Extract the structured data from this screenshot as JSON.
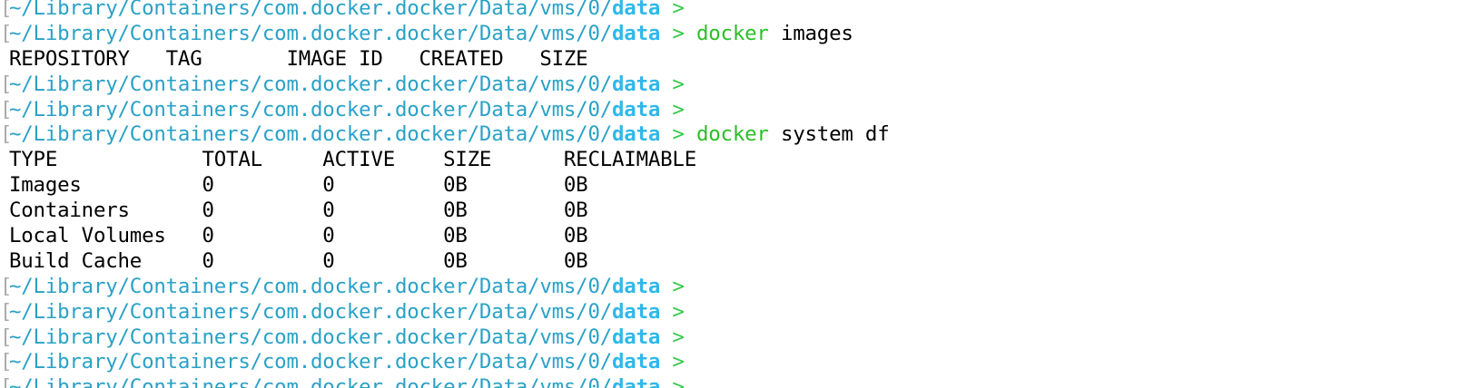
{
  "prompt": {
    "path": "~/Library/Containers/com.docker.docker/Data/vms/0/",
    "dir": "data",
    "arrow": ">",
    "colors": {
      "path": "#2aa1c6",
      "dir": "#2fb8ea",
      "arrow": "#33c94a",
      "command": "#2bbf27",
      "bracket": "#aaaaaa"
    }
  },
  "lines": [
    {
      "type": "prompt",
      "bracket": "[",
      "command": "",
      "args": ""
    },
    {
      "type": "prompt",
      "bracket": "[",
      "command": "docker",
      "args": " images"
    },
    {
      "type": "output",
      "text": "REPOSITORY   TAG       IMAGE ID   CREATED   SIZE"
    },
    {
      "type": "prompt",
      "bracket": "[",
      "command": "",
      "args": ""
    },
    {
      "type": "prompt",
      "bracket": "[",
      "command": "",
      "args": ""
    },
    {
      "type": "prompt",
      "bracket": "[",
      "command": "docker",
      "args": " system df"
    },
    {
      "type": "output",
      "text": "TYPE            TOTAL     ACTIVE    SIZE      RECLAIMABLE"
    },
    {
      "type": "output",
      "text": "Images          0         0         0B        0B"
    },
    {
      "type": "output",
      "text": "Containers      0         0         0B        0B"
    },
    {
      "type": "output",
      "text": "Local Volumes   0         0         0B        0B"
    },
    {
      "type": "output",
      "text": "Build Cache     0         0         0B        0B"
    },
    {
      "type": "prompt",
      "bracket": "[",
      "command": "",
      "args": ""
    },
    {
      "type": "prompt",
      "bracket": "[",
      "command": "",
      "args": ""
    },
    {
      "type": "prompt",
      "bracket": "[",
      "command": "",
      "args": ""
    },
    {
      "type": "prompt",
      "bracket": "[",
      "command": "",
      "args": ""
    },
    {
      "type": "prompt",
      "bracket": "[",
      "command": "",
      "args": "",
      "partial": true
    }
  ]
}
